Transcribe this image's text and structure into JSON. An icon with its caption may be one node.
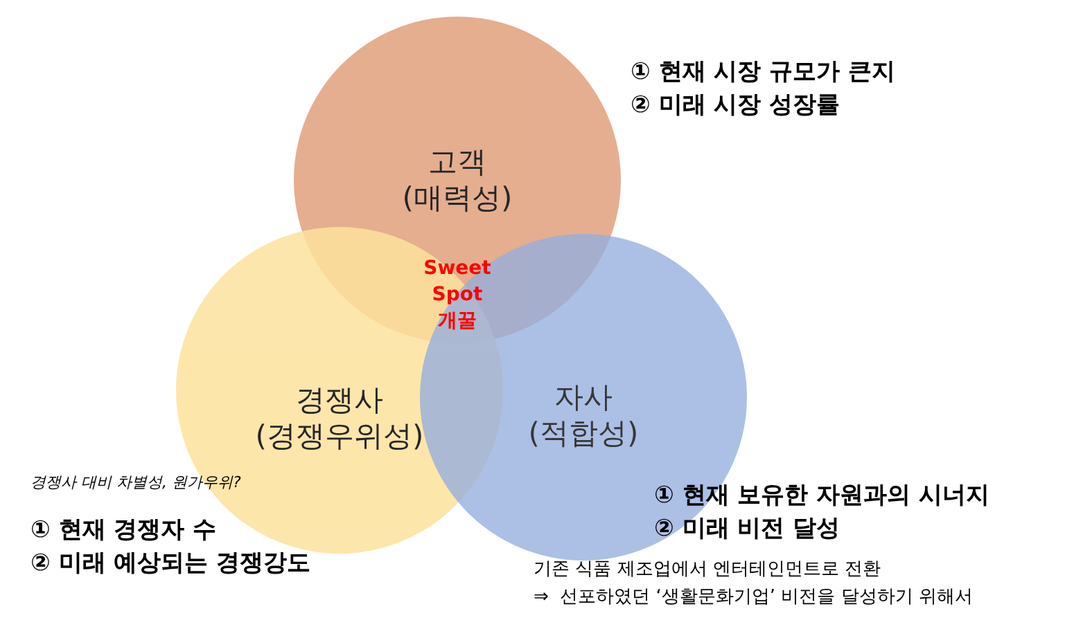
{
  "diagram": {
    "nodes": [
      {
        "text": [
          "고객",
          "(매력성)"
        ]
      },
      {
        "text": [
          "경쟁사",
          "(경쟁우위성)"
        ]
      },
      {
        "text": [
          "자사",
          "(적합성)"
        ]
      }
    ],
    "labels": [
      "① 현재 시장 규모가 큰지",
      "② 미래 시장 성장률",
      "Sweet Spot 개꿀",
      "경쟁사 대비 차별성, 원가우위?",
      "① 현재 보유한 자원과의 시너지",
      "② 미래 비전 달성",
      "① 현재 경쟁자 수",
      "② 미래 예상되는 경쟁강도",
      "기존 식품 제조업에서 엔터테인먼트로 전환",
      "⇒  선포하였던 ‘생활문화기업’ 비전을 달성하기 위해서"
    ]
  }
}
